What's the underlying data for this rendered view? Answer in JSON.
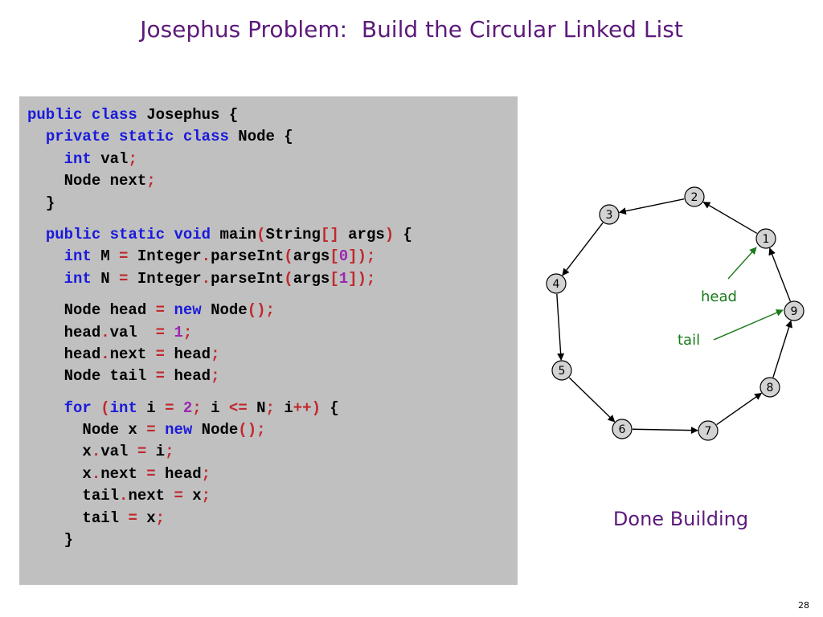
{
  "slide": {
    "title": "Josephus Problem:  Build the Circular Linked List",
    "caption": "Done Building",
    "page_number": "28"
  },
  "code_lines": [
    {
      "indent": 0,
      "tokens": [
        [
          "kw",
          "public"
        ],
        [
          "tx",
          " "
        ],
        [
          "kw",
          "class"
        ],
        [
          "tx",
          " Josephus {"
        ]
      ]
    },
    {
      "indent": 2,
      "tokens": [
        [
          "kw",
          "private"
        ],
        [
          "tx",
          " "
        ],
        [
          "kw",
          "static"
        ],
        [
          "tx",
          " "
        ],
        [
          "kw",
          "class"
        ],
        [
          "tx",
          " Node {"
        ]
      ]
    },
    {
      "indent": 4,
      "tokens": [
        [
          "kw",
          "int"
        ],
        [
          "tx",
          " val"
        ],
        [
          "pn",
          ";"
        ]
      ]
    },
    {
      "indent": 4,
      "tokens": [
        [
          "tx",
          "Node next"
        ],
        [
          "pn",
          ";"
        ]
      ]
    },
    {
      "indent": 2,
      "tokens": [
        [
          "tx",
          "}"
        ]
      ]
    },
    {
      "gap": true
    },
    {
      "indent": 2,
      "tokens": [
        [
          "kw",
          "public"
        ],
        [
          "tx",
          " "
        ],
        [
          "kw",
          "static"
        ],
        [
          "tx",
          " "
        ],
        [
          "kw",
          "void"
        ],
        [
          "tx",
          " main"
        ],
        [
          "pn",
          "("
        ],
        [
          "tx",
          "String"
        ],
        [
          "pn",
          "[]"
        ],
        [
          "tx",
          " args"
        ],
        [
          "pn",
          ")"
        ],
        [
          "tx",
          " {"
        ]
      ]
    },
    {
      "indent": 4,
      "tokens": [
        [
          "kw",
          "int"
        ],
        [
          "tx",
          " M "
        ],
        [
          "pn",
          "="
        ],
        [
          "tx",
          " Integer"
        ],
        [
          "pn",
          "."
        ],
        [
          "tx",
          "parseInt"
        ],
        [
          "pn",
          "("
        ],
        [
          "tx",
          "args"
        ],
        [
          "pn",
          "["
        ],
        [
          "num",
          "0"
        ],
        [
          "pn",
          "]);"
        ]
      ]
    },
    {
      "indent": 4,
      "tokens": [
        [
          "kw",
          "int"
        ],
        [
          "tx",
          " N "
        ],
        [
          "pn",
          "="
        ],
        [
          "tx",
          " Integer"
        ],
        [
          "pn",
          "."
        ],
        [
          "tx",
          "parseInt"
        ],
        [
          "pn",
          "("
        ],
        [
          "tx",
          "args"
        ],
        [
          "pn",
          "["
        ],
        [
          "num",
          "1"
        ],
        [
          "pn",
          "]);"
        ]
      ]
    },
    {
      "gap": true
    },
    {
      "indent": 4,
      "tokens": [
        [
          "tx",
          "Node head "
        ],
        [
          "pn",
          "="
        ],
        [
          "tx",
          " "
        ],
        [
          "kw",
          "new"
        ],
        [
          "tx",
          " Node"
        ],
        [
          "pn",
          "();"
        ]
      ]
    },
    {
      "indent": 4,
      "tokens": [
        [
          "tx",
          "head"
        ],
        [
          "pn",
          "."
        ],
        [
          "tx",
          "val  "
        ],
        [
          "pn",
          "="
        ],
        [
          "tx",
          " "
        ],
        [
          "num",
          "1"
        ],
        [
          "pn",
          ";"
        ]
      ]
    },
    {
      "indent": 4,
      "tokens": [
        [
          "tx",
          "head"
        ],
        [
          "pn",
          "."
        ],
        [
          "tx",
          "next "
        ],
        [
          "pn",
          "="
        ],
        [
          "tx",
          " head"
        ],
        [
          "pn",
          ";"
        ]
      ]
    },
    {
      "indent": 4,
      "tokens": [
        [
          "tx",
          "Node tail "
        ],
        [
          "pn",
          "="
        ],
        [
          "tx",
          " head"
        ],
        [
          "pn",
          ";"
        ]
      ]
    },
    {
      "gap": true
    },
    {
      "indent": 4,
      "tokens": [
        [
          "kw",
          "for"
        ],
        [
          "tx",
          " "
        ],
        [
          "pn",
          "("
        ],
        [
          "kw",
          "int"
        ],
        [
          "tx",
          " i "
        ],
        [
          "pn",
          "="
        ],
        [
          "tx",
          " "
        ],
        [
          "num",
          "2"
        ],
        [
          "pn",
          ";"
        ],
        [
          "tx",
          " i "
        ],
        [
          "pn",
          "<="
        ],
        [
          "tx",
          " N"
        ],
        [
          "pn",
          ";"
        ],
        [
          "tx",
          " i"
        ],
        [
          "pn",
          "++)"
        ],
        [
          "tx",
          " {"
        ]
      ]
    },
    {
      "indent": 6,
      "tokens": [
        [
          "tx",
          "Node x "
        ],
        [
          "pn",
          "="
        ],
        [
          "tx",
          " "
        ],
        [
          "kw",
          "new"
        ],
        [
          "tx",
          " Node"
        ],
        [
          "pn",
          "();"
        ]
      ]
    },
    {
      "indent": 6,
      "tokens": [
        [
          "tx",
          "x"
        ],
        [
          "pn",
          "."
        ],
        [
          "tx",
          "val "
        ],
        [
          "pn",
          "="
        ],
        [
          "tx",
          " i"
        ],
        [
          "pn",
          ";"
        ]
      ]
    },
    {
      "indent": 6,
      "tokens": [
        [
          "tx",
          "x"
        ],
        [
          "pn",
          "."
        ],
        [
          "tx",
          "next "
        ],
        [
          "pn",
          "="
        ],
        [
          "tx",
          " head"
        ],
        [
          "pn",
          ";"
        ]
      ]
    },
    {
      "indent": 6,
      "tokens": [
        [
          "tx",
          "tail"
        ],
        [
          "pn",
          "."
        ],
        [
          "tx",
          "next "
        ],
        [
          "pn",
          "="
        ],
        [
          "tx",
          " x"
        ],
        [
          "pn",
          ";"
        ]
      ]
    },
    {
      "indent": 6,
      "tokens": [
        [
          "tx",
          "tail "
        ],
        [
          "pn",
          "="
        ],
        [
          "tx",
          " x"
        ],
        [
          "pn",
          ";"
        ]
      ]
    },
    {
      "indent": 4,
      "tokens": [
        [
          "tx",
          "}"
        ]
      ]
    }
  ],
  "diagram": {
    "nodes": [
      {
        "label": "1"
      },
      {
        "label": "2"
      },
      {
        "label": "3"
      },
      {
        "label": "4"
      },
      {
        "label": "5"
      },
      {
        "label": "6"
      },
      {
        "label": "7"
      },
      {
        "label": "8"
      },
      {
        "label": "9"
      }
    ],
    "edges": [
      [
        "1",
        "2"
      ],
      [
        "2",
        "3"
      ],
      [
        "3",
        "4"
      ],
      [
        "4",
        "5"
      ],
      [
        "5",
        "6"
      ],
      [
        "6",
        "7"
      ],
      [
        "7",
        "8"
      ],
      [
        "8",
        "9"
      ],
      [
        "9",
        "1"
      ]
    ],
    "pointers": [
      {
        "label": "head",
        "target": "1"
      },
      {
        "label": "tail",
        "target": "9"
      }
    ]
  },
  "colors": {
    "title": "#5c1a7a",
    "keyword": "#1a1adb",
    "punctuation": "#c0282d",
    "number": "#9c27b0",
    "pointer": "#1b7a1b",
    "node_fill": "#d3d3d3",
    "code_background": "#c0c0c0"
  }
}
